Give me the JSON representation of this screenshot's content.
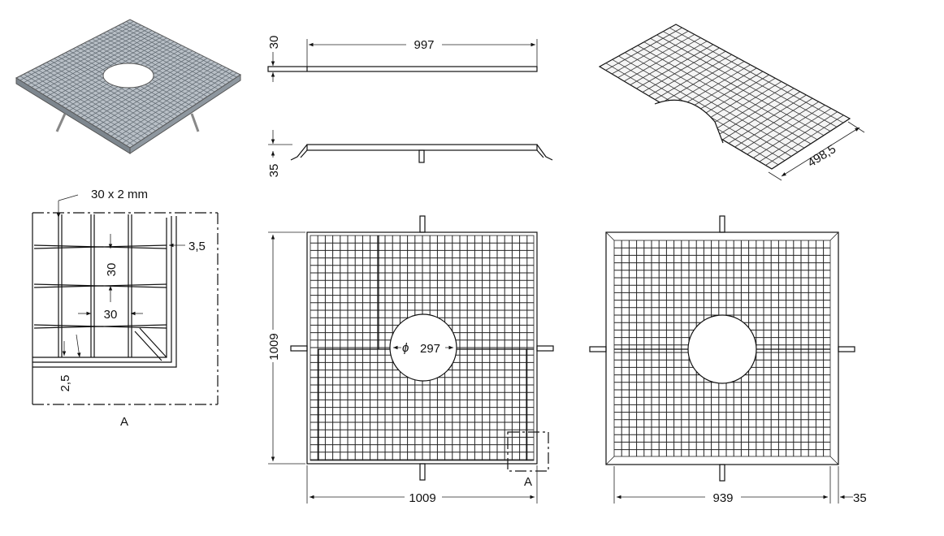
{
  "views": {
    "top_side": {
      "thickness": "30",
      "length": "997"
    },
    "front_side": {
      "height": "35"
    },
    "iso_right": {
      "half_width": "498,5"
    },
    "detail_a": {
      "bar_spec": "30 x 2 mm",
      "twist_pitch": "3,5",
      "pitch_vertical": "30",
      "pitch_horizontal": "30",
      "bar_thickness": "2,5",
      "label": "A"
    },
    "plan_left": {
      "height": "1009",
      "width": "1009",
      "hole": "297",
      "diameter_symbol": "ϕ",
      "detail_ref": "A"
    },
    "plan_right": {
      "width": "939",
      "flange": "35"
    }
  },
  "icons": [
    "grating-iso-icon",
    "grating-half-iso-icon"
  ],
  "colors": {
    "line": "#111111",
    "steel": "#9aa3ab"
  }
}
